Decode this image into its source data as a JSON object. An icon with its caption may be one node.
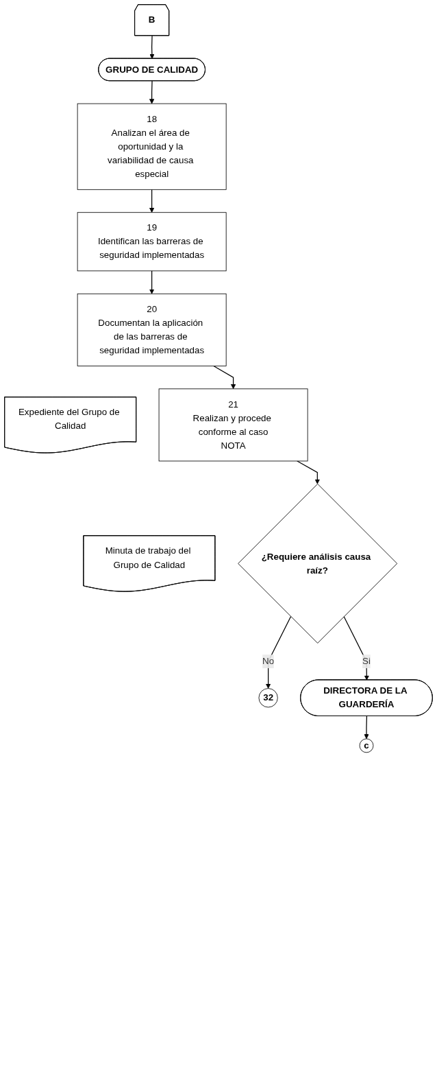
{
  "diagram": {
    "nodes": [
      {
        "text": [
          "B"
        ]
      },
      {
        "text": [
          "GRUPO DE CALIDAD"
        ]
      },
      {
        "text": [
          "18",
          "Analizan el área de oportunidad y la variabilidad de causa especial"
        ]
      },
      {
        "text": [
          "19",
          "Identifican las barreras de seguridad implementadas"
        ]
      },
      {
        "text": [
          "20",
          "Documentan la aplicación de las barreras de seguridad implementadas"
        ]
      },
      {
        "text": [
          "Expediente del Grupo de Calidad"
        ]
      },
      {
        "text": [
          "21",
          "Realizan y procede conforme al caso",
          "NOTA"
        ]
      },
      {
        "text": [
          "Minuta de trabajo del Grupo de Calidad"
        ]
      },
      {
        "text": [
          "¿Requiere análisis causa raíz?"
        ]
      },
      {
        "text": [
          "32"
        ]
      },
      {
        "text": [
          "DIRECTORA DE LA GUARDERÍA"
        ]
      },
      {
        "text": [
          "c"
        ]
      }
    ],
    "edges": [
      {
        "from": 0,
        "to": 1,
        "arrow": "to"
      },
      {
        "from": 1,
        "to": 2,
        "arrow": "to"
      },
      {
        "from": 2,
        "to": 3,
        "arrow": "to"
      },
      {
        "from": 3,
        "to": 4,
        "arrow": "to"
      },
      {
        "from": 4,
        "to": 6,
        "arrow": "to"
      },
      {
        "from": 6,
        "to": 8,
        "arrow": "to"
      },
      {
        "from": 8,
        "to": 9,
        "label": "No",
        "arrow": "to"
      },
      {
        "from": 8,
        "to": 10,
        "label": "Si",
        "arrow": "to"
      },
      {
        "from": 10,
        "to": 11,
        "arrow": "to"
      }
    ]
  }
}
